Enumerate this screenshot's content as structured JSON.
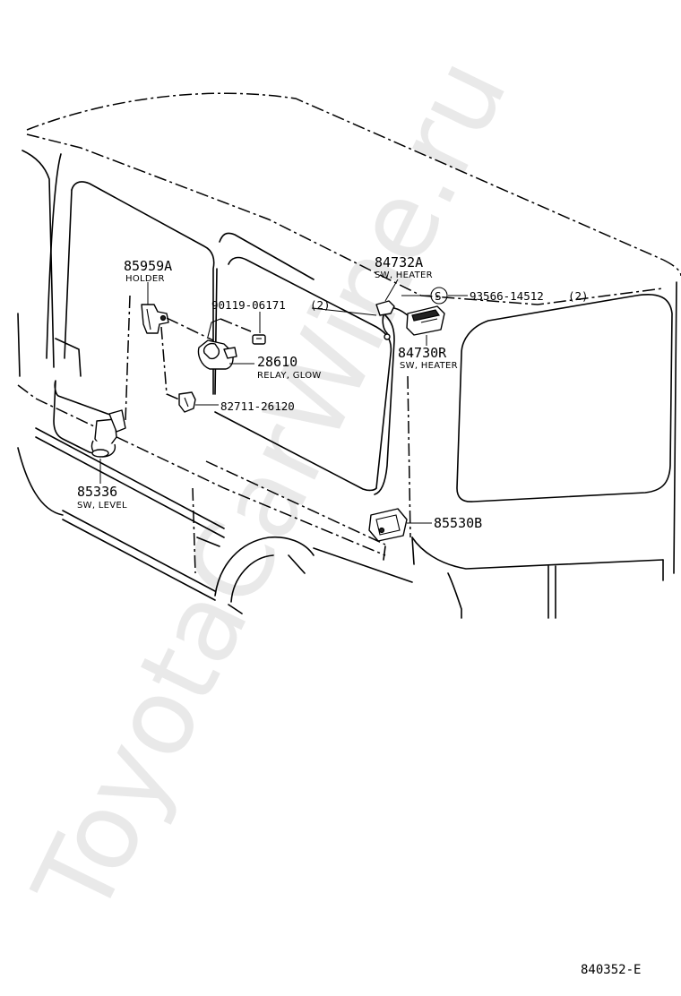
{
  "watermark": "ToyotaCarWine.ru",
  "diagram_code": "840352-E",
  "parts": {
    "holder": {
      "number": "85959A",
      "name": "HOLDER"
    },
    "bolt": {
      "number": "90119-06171",
      "qty": "(2)"
    },
    "relay": {
      "number": "28610",
      "name": "RELAY, GLOW"
    },
    "clip": {
      "number": "82711-26120"
    },
    "level_sw": {
      "number": "85336",
      "name": "SW,  LEVEL"
    },
    "heater_sw_a": {
      "number": "84732A",
      "name": "SW, HEATER"
    },
    "screw": {
      "symbol": "S",
      "number": "93566-14512",
      "qty": "(2)"
    },
    "heater_sw_r": {
      "number": "84730R",
      "name": "SW, HEATER"
    },
    "part_85530": {
      "number": "85530B"
    }
  }
}
